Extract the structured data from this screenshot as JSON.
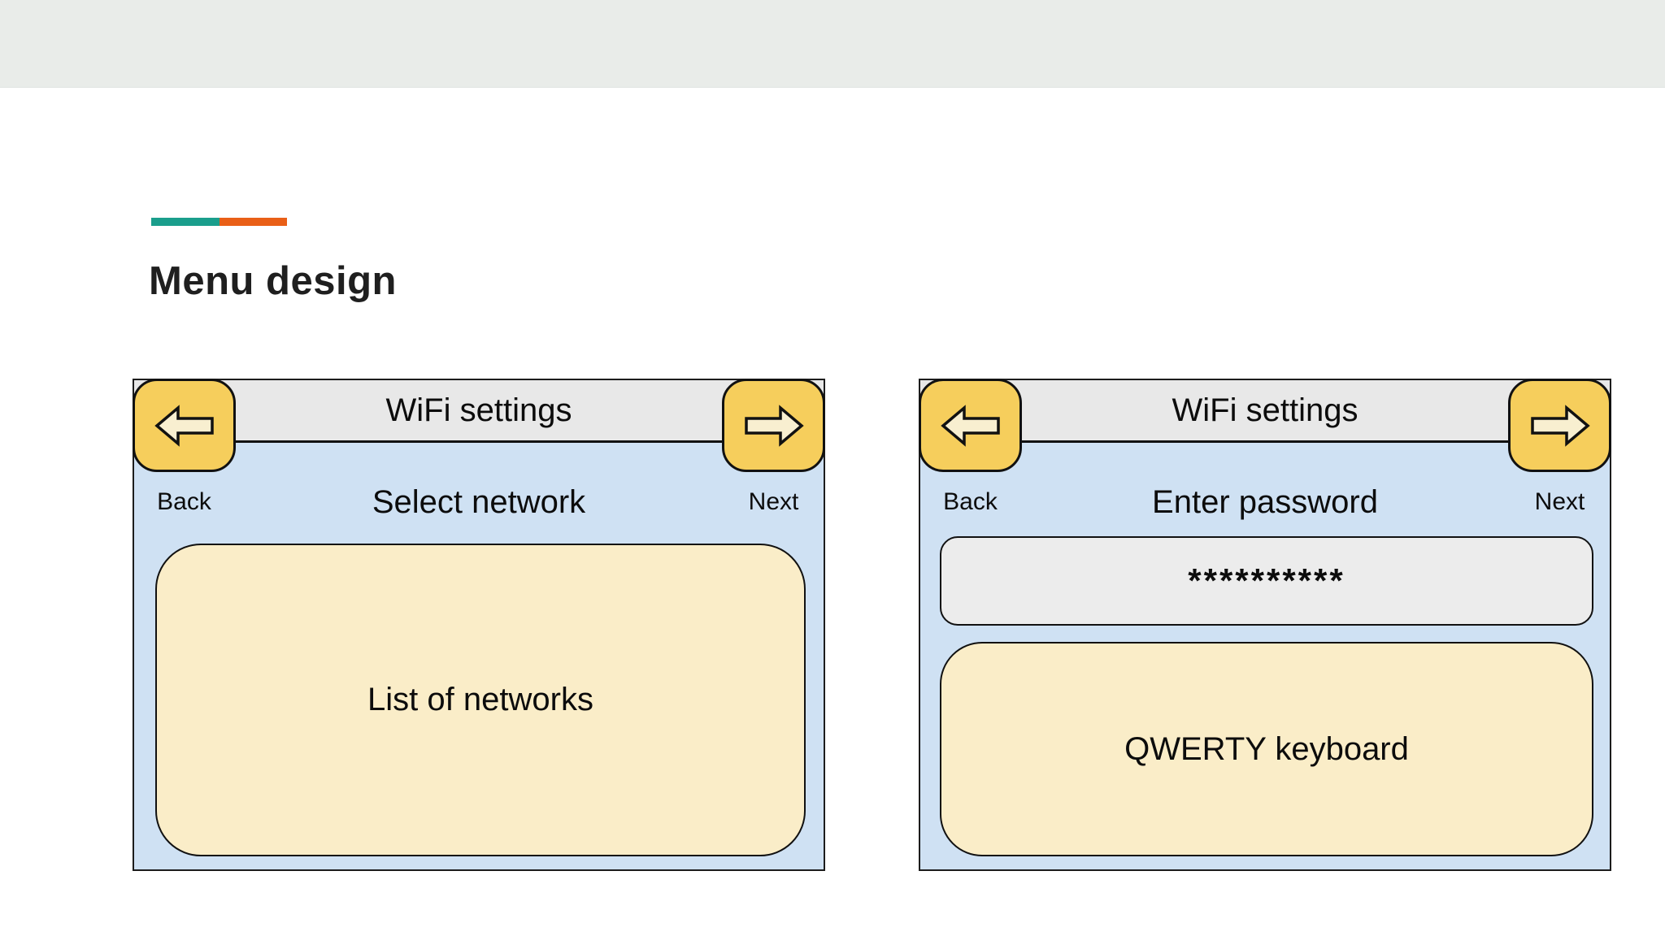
{
  "page": {
    "title": "Menu design"
  },
  "colors": {
    "topbar": "#e9ece9",
    "accent-teal": "#1a9e8c",
    "accent-orange": "#e95f17",
    "panel-blue": "#cfe1f3",
    "header-gray": "#e8e8e8",
    "button-yellow": "#f6ce5c",
    "arrow-cream": "#f8efd0",
    "content-cream": "#faedc8",
    "input-gray": "#ececec"
  },
  "icons": {
    "back": "arrow-left-icon",
    "next": "arrow-right-icon"
  },
  "screens": [
    {
      "header_title": "WiFi settings",
      "back_label": "Back",
      "next_label": "Next",
      "subtitle": "Select network",
      "content_label": "List of networks"
    },
    {
      "header_title": "WiFi settings",
      "back_label": "Back",
      "next_label": "Next",
      "subtitle": "Enter password",
      "password_value": "**********",
      "content_label": "QWERTY keyboard"
    }
  ]
}
